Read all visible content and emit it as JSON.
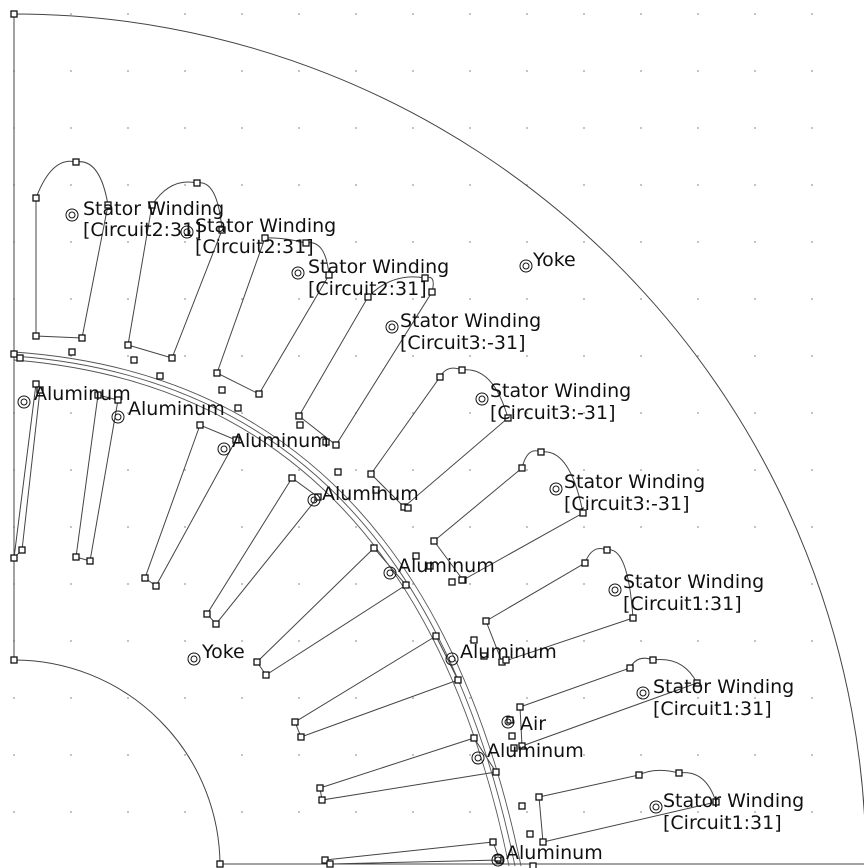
{
  "view": {
    "background": "#ffffff",
    "line_color": "#444444",
    "node_color": "#111111",
    "grid_dot_color": "#9a9a9a"
  },
  "slots": [
    {
      "name": "slot-1",
      "label": [
        "Stator Winding",
        "[Circuit2:31]"
      ]
    },
    {
      "name": "slot-2",
      "label": [
        "Stator Winding",
        "[Circuit2:31]"
      ]
    },
    {
      "name": "slot-3",
      "label": [
        "Stator Winding",
        "[Circuit2:31]"
      ]
    },
    {
      "name": "slot-4",
      "label": [
        "Stator Winding",
        "[Circuit3:-31]"
      ]
    },
    {
      "name": "slot-5",
      "label": [
        "Stator Winding",
        "[Circuit3:-31]"
      ]
    },
    {
      "name": "slot-6",
      "label": [
        "Stator Winding",
        "[Circuit3:-31]"
      ]
    },
    {
      "name": "slot-7",
      "label": [
        "Stator Winding",
        "[Circuit1:31]"
      ]
    },
    {
      "name": "slot-8",
      "label": [
        "Stator Winding",
        "[Circuit1:31]"
      ]
    },
    {
      "name": "slot-9",
      "label": [
        "Stator Winding",
        "[Circuit1:31]"
      ]
    }
  ],
  "bars": [
    {
      "name": "bar-1",
      "label": "Aluminum"
    },
    {
      "name": "bar-2",
      "label": "Aluminum"
    },
    {
      "name": "bar-3",
      "label": "Aluminum"
    },
    {
      "name": "bar-4",
      "label": "Aluminum"
    },
    {
      "name": "bar-5",
      "label": "Aluminum"
    },
    {
      "name": "bar-6",
      "label": "Aluminum"
    },
    {
      "name": "bar-7",
      "label": "Aluminum"
    },
    {
      "name": "bar-8",
      "label": "Aluminum"
    }
  ],
  "stator_yoke": {
    "label": "Yoke"
  },
  "rotor_yoke": {
    "label": "Yoke"
  },
  "air_gap": {
    "label": "Air"
  }
}
